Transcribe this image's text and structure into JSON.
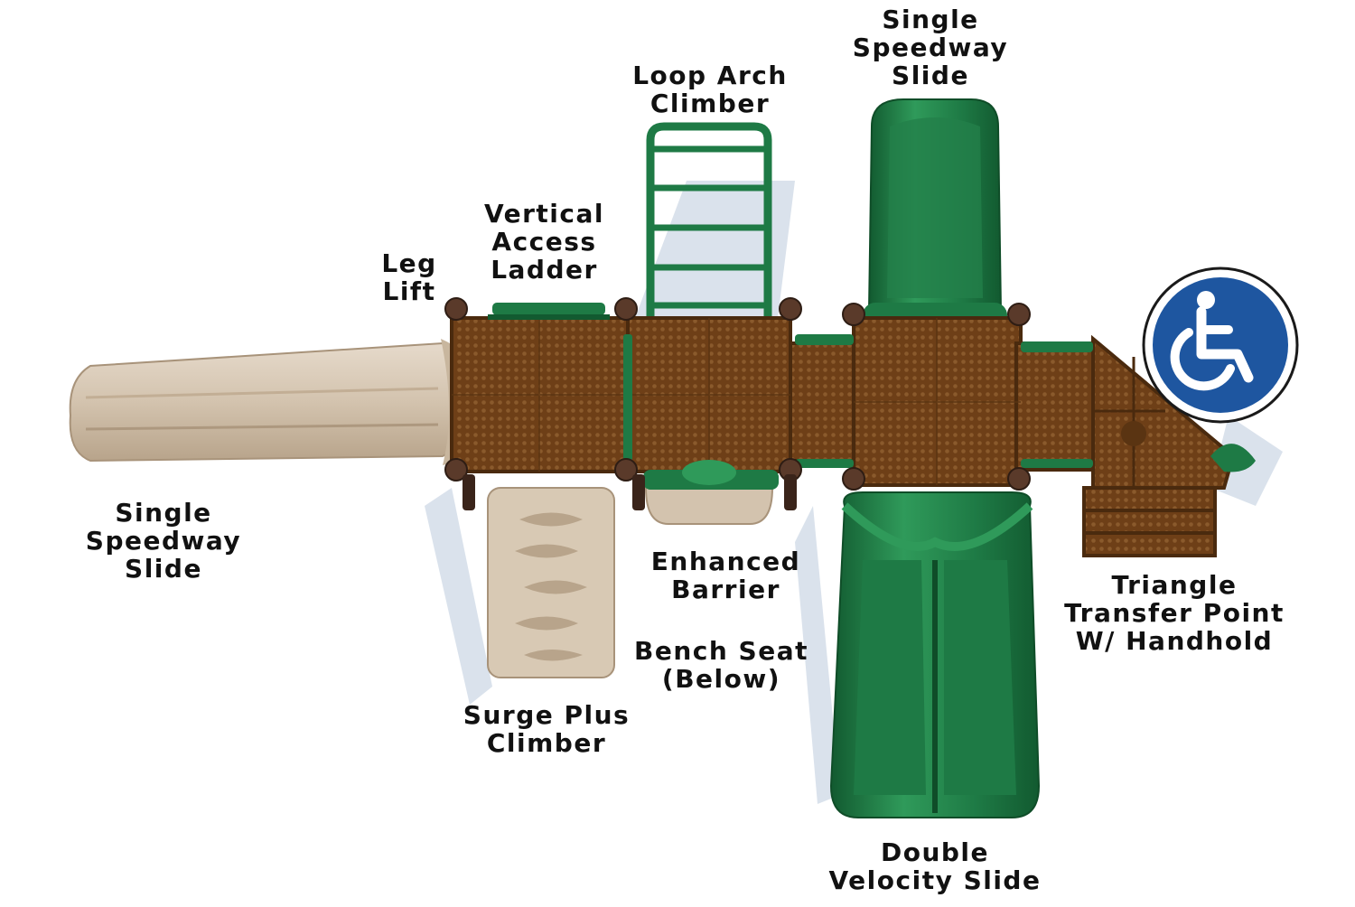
{
  "colors": {
    "deck": "#6e3f17",
    "deck_dark": "#4a2a0e",
    "deck_dot": "#8a5a2c",
    "green": "#1e7a45",
    "green_light": "#2f9a5a",
    "green_dark": "#125a30",
    "tan": "#d3c3ae",
    "tan_light": "#e6dacb",
    "tan_dark": "#b39f86",
    "post_cap": "#5a3a2a",
    "shadow": "#c9d5e3",
    "accessibility_blue": "#1e56a0"
  },
  "labels": {
    "loop_arch_climber": [
      "Loop Arch",
      "Climber"
    ],
    "single_speedway_slide_top": [
      "Single",
      "Speedway",
      "Slide"
    ],
    "vertical_access_ladder": [
      "Vertical",
      "Access",
      "Ladder"
    ],
    "leg_lift": [
      "Leg",
      "Lift"
    ],
    "single_speedway_slide_left": [
      "Single",
      "Speedway",
      "Slide"
    ],
    "enhanced_barrier": [
      "Enhanced",
      "Barrier"
    ],
    "bench_seat": [
      "Bench Seat",
      "(Below)"
    ],
    "surge_plus_climber": [
      "Surge Plus",
      "Climber"
    ],
    "triangle_transfer_point": [
      "Triangle",
      "Transfer Point",
      "W/ Handhold"
    ],
    "double_velocity_slide": [
      "Double",
      "Velocity Slide"
    ]
  },
  "icons": {
    "accessibility": "wheelchair-accessibility-icon"
  }
}
